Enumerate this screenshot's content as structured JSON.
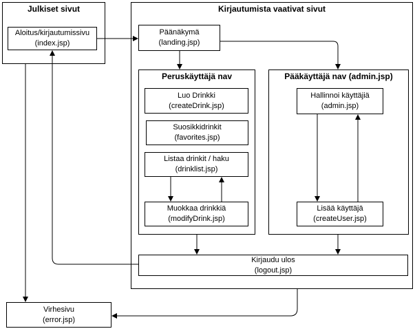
{
  "groups": {
    "public": {
      "title": "Julkiset sivut"
    },
    "auth": {
      "title": "Kirjautumista vaativat sivut"
    },
    "basic_nav": {
      "title": "Peruskäyttäjä nav"
    },
    "admin_nav": {
      "title": "Pääkäyttäjä nav (admin.jsp)"
    }
  },
  "nodes": {
    "index": {
      "line1": "Aloitus/kirjautumissivu",
      "line2": "(index.jsp)"
    },
    "landing": {
      "line1": "Päänäkymä",
      "line2": "(landing.jsp)"
    },
    "create_drink": {
      "line1": "Luo Drinkki",
      "line2": "(createDrink.jsp)"
    },
    "favorites": {
      "line1": "Suosikkidrinkit",
      "line2": "(favorites.jsp)"
    },
    "drinklist": {
      "line1": "Listaa drinkit / haku",
      "line2": "(drinklist.jsp)"
    },
    "modify_drink": {
      "line1": "Muokkaa drinkkiä",
      "line2": "(modifyDrink.jsp)"
    },
    "admin": {
      "line1": "Hallinnoi käyttäjiä",
      "line2": "(admin.jsp)"
    },
    "create_user": {
      "line1": "Lisää käyttäjä",
      "line2": "(createUser.jsp)"
    },
    "logout": {
      "line1": "Kirjaudu ulos",
      "line2": "(logout.jsp)"
    },
    "error": {
      "line1": "Virhesivu",
      "line2": "(error.jsp)"
    }
  }
}
